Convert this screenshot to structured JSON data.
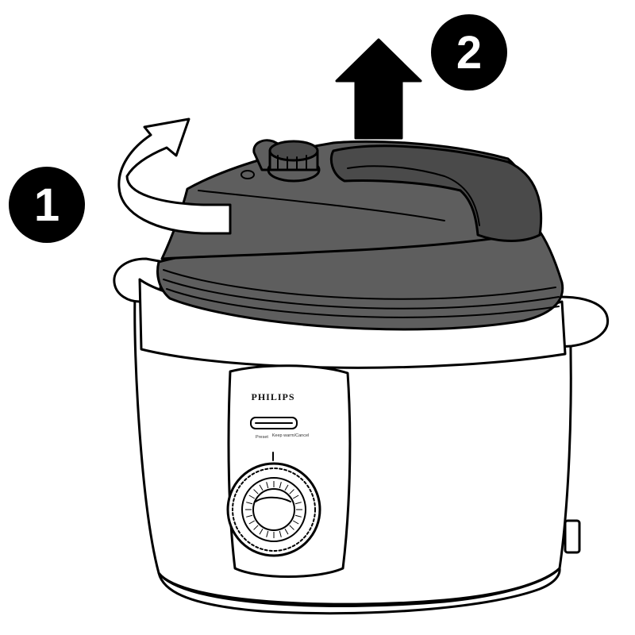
{
  "steps": [
    {
      "number": "1",
      "action": "rotate lid"
    },
    {
      "number": "2",
      "action": "lift lid"
    }
  ],
  "product": {
    "brand": "PHILIPS",
    "panel_left_label": "Preset",
    "panel_right_label": "Keep warm/Cancel"
  },
  "colors": {
    "outline": "#000000",
    "lid": "#5e5e5e",
    "lid_dark": "#4a4a4a",
    "body": "#ffffff",
    "badge": "#000000"
  },
  "icons": [
    "rotate-arrow-icon",
    "up-arrow-icon"
  ]
}
